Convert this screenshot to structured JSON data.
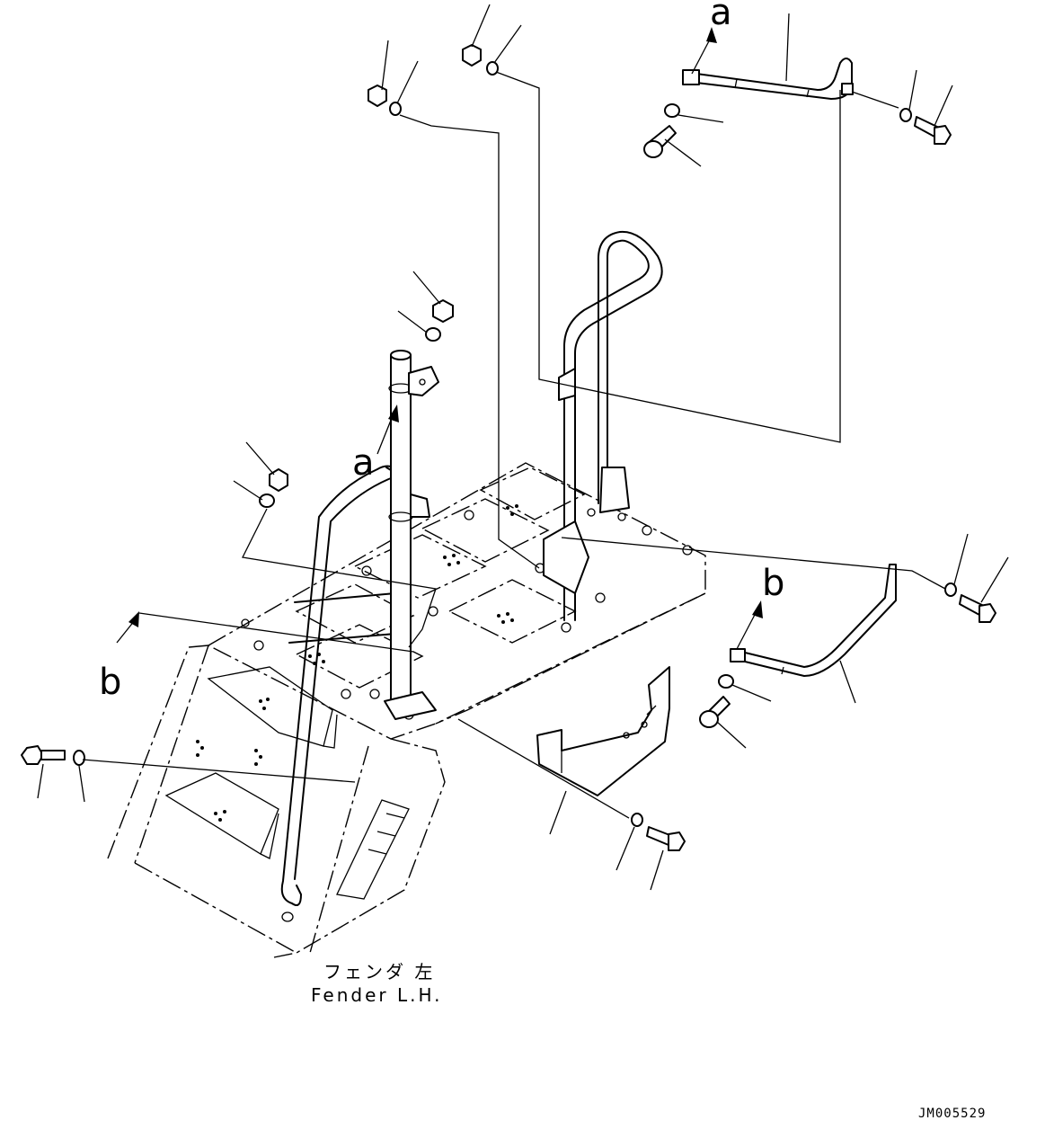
{
  "labels": {
    "ref_a_top": "a",
    "ref_a_mid": "a",
    "ref_b_left": "b",
    "ref_b_right": "b",
    "caption_jp": "フェンダ 左",
    "caption_en": "Fender L.H.",
    "drawing_code": "JM005529"
  },
  "colors": {
    "line": "#000000",
    "background": "#ffffff"
  }
}
